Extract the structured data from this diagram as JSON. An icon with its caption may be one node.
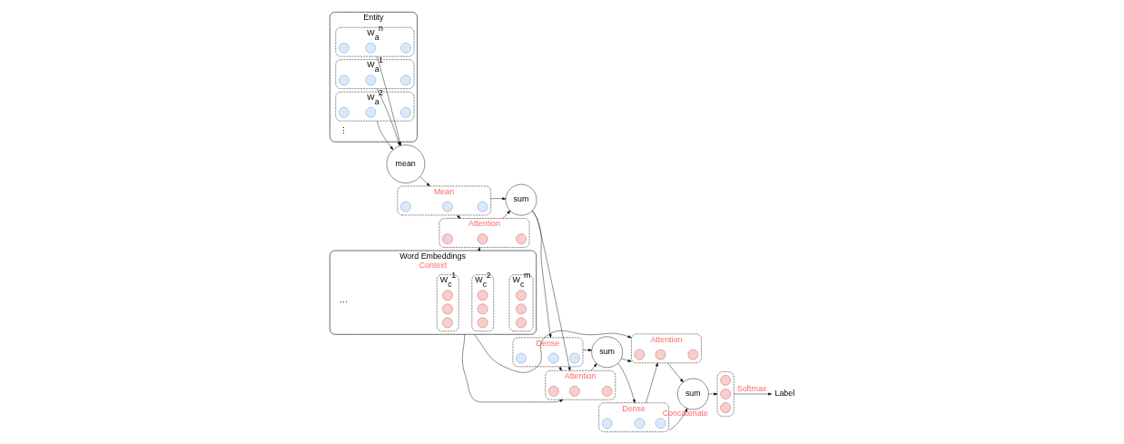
{
  "diagram": {
    "nodes": [
      {
        "text": [
          "Entity"
        ]
      },
      {
        "text": [
          "W$_{a}$$^{1}$"
        ],
        "in": 0
      },
      {
        "text": [],
        "shape": "circle",
        "in": 1
      },
      {
        "text": [],
        "shape": "circle",
        "in": 1
      },
      {
        "text": [],
        "shape": "circle",
        "in": 1
      },
      {
        "text": [
          "W$_{a}$$^{2}$"
        ],
        "in": 0
      },
      {
        "text": [],
        "shape": "circle",
        "in": 5
      },
      {
        "text": [],
        "shape": "circle",
        "in": 5
      },
      {
        "text": [],
        "shape": "circle",
        "in": 5
      },
      {
        "text": [
          "W$_{a}$$^{n}$"
        ],
        "in": 0
      },
      {
        "text": [],
        "shape": "circle",
        "in": 9
      },
      {
        "text": [],
        "shape": "circle",
        "in": 9
      },
      {
        "text": [],
        "shape": "circle",
        "in": 9
      },
      {
        "text": [
          "mean"
        ]
      },
      {
        "text": [
          "Word Embeddings"
        ],
        "beside": [
          "Context"
        ]
      },
      {
        "text": [
          "W$_{c}$$^{1}$"
        ],
        "in": 14
      },
      {
        "text": [],
        "shape": "circle",
        "in": 15
      },
      {
        "text": [],
        "shape": "circle",
        "in": 15
      },
      {
        "text": [],
        "shape": "circle",
        "in": 15
      },
      {
        "text": [
          "W$_{c}$$^{2}$"
        ],
        "in": 14
      },
      {
        "text": [],
        "shape": "circle",
        "in": 19
      },
      {
        "text": [],
        "shape": "circle",
        "in": 19
      },
      {
        "text": [],
        "shape": "circle",
        "in": 19
      },
      {
        "text": [
          "W$_{c}$$^{m}$"
        ],
        "in": 14
      },
      {
        "text": [],
        "shape": "circle",
        "in": 23
      },
      {
        "text": [],
        "shape": "circle",
        "in": 23
      },
      {
        "text": [],
        "shape": "circle",
        "in": 23
      },
      {
        "text": [],
        "shape": "box",
        "beside": [
          "Attention"
        ]
      },
      {
        "text": [],
        "shape": "circle",
        "in": 27
      },
      {
        "text": [],
        "shape": "circle",
        "in": 27
      },
      {
        "text": [],
        "shape": "circle",
        "in": 27
      },
      {
        "text": [],
        "shape": "box",
        "beside": [
          "Mean"
        ]
      },
      {
        "text": [],
        "shape": "circle",
        "in": 31
      },
      {
        "text": [],
        "shape": "circle",
        "in": 31
      },
      {
        "text": [],
        "shape": "circle",
        "in": 31
      },
      {
        "text": [
          "sum"
        ]
      },
      {
        "text": [],
        "shape": "box",
        "beside": [
          "Attention"
        ]
      },
      {
        "text": [],
        "shape": "circle",
        "in": 36
      },
      {
        "text": [],
        "shape": "circle",
        "in": 36
      },
      {
        "text": [],
        "shape": "circle",
        "in": 36
      },
      {
        "text": [],
        "shape": "box",
        "beside": [
          "Dense"
        ]
      },
      {
        "text": [],
        "shape": "circle",
        "in": 40
      },
      {
        "text": [],
        "shape": "circle",
        "in": 40
      },
      {
        "text": [],
        "shape": "circle",
        "in": 40
      },
      {
        "text": [
          "sum"
        ]
      },
      {
        "text": [],
        "shape": "box",
        "beside": [
          "Attention"
        ]
      },
      {
        "text": [],
        "shape": "circle",
        "in": 45
      },
      {
        "text": [],
        "shape": "circle",
        "in": 45
      },
      {
        "text": [],
        "shape": "circle",
        "in": 45
      },
      {
        "text": [],
        "shape": "box",
        "beside": [
          "Dense"
        ]
      },
      {
        "text": [],
        "shape": "circle",
        "in": 49
      },
      {
        "text": [],
        "shape": "circle",
        "in": 49
      },
      {
        "text": [],
        "shape": "circle",
        "in": 49
      },
      {
        "text": [
          "sum"
        ],
        "beside": [
          "Concatenate"
        ]
      },
      {
        "text": [],
        "shape": "box"
      },
      {
        "text": [],
        "shape": "circle",
        "in": 54
      },
      {
        "text": [],
        "shape": "circle",
        "in": 54
      },
      {
        "text": [],
        "shape": "circle",
        "in": 54
      },
      {
        "text": [
          "Label"
        ]
      }
    ],
    "edges": [
      {
        "from": 1,
        "to": 13,
        "arrow": "to"
      },
      {
        "from": 5,
        "to": 13,
        "arrow": "to"
      },
      {
        "from": 9,
        "to": 13,
        "arrow": "to"
      },
      {
        "from": 13,
        "to": 31,
        "arrow": "to"
      },
      {
        "from": 14,
        "to": 27,
        "arrow": "to"
      },
      {
        "from": 14,
        "to": 36,
        "arrow": "to"
      },
      {
        "from": 14,
        "to": 45,
        "arrow": "to"
      },
      {
        "from": 31,
        "to": 27,
        "arrow": "to"
      },
      {
        "from": 27,
        "to": 35,
        "arrow": "to"
      },
      {
        "from": 31,
        "to": 35,
        "arrow": "to"
      },
      {
        "from": 35,
        "to": 36,
        "arrow": "to"
      },
      {
        "from": 35,
        "to": 40,
        "arrow": "to"
      },
      {
        "from": 40,
        "to": 36,
        "arrow": "to"
      },
      {
        "from": 36,
        "to": 44,
        "arrow": "to"
      },
      {
        "from": 40,
        "to": 44,
        "arrow": "to"
      },
      {
        "from": 44,
        "to": 45,
        "arrow": "to"
      },
      {
        "from": 44,
        "to": 49,
        "arrow": "to"
      },
      {
        "from": 49,
        "to": 45,
        "arrow": "to"
      },
      {
        "from": 45,
        "to": 53,
        "arrow": "to"
      },
      {
        "from": 49,
        "to": 53,
        "arrow": "to"
      },
      {
        "from": 53,
        "to": 54,
        "arrow": "to"
      },
      {
        "from": 54,
        "to": 58,
        "label": "Softmax",
        "arrow": "to"
      }
    ],
    "labels": [
      "⋮",
      "⋯"
    ]
  }
}
